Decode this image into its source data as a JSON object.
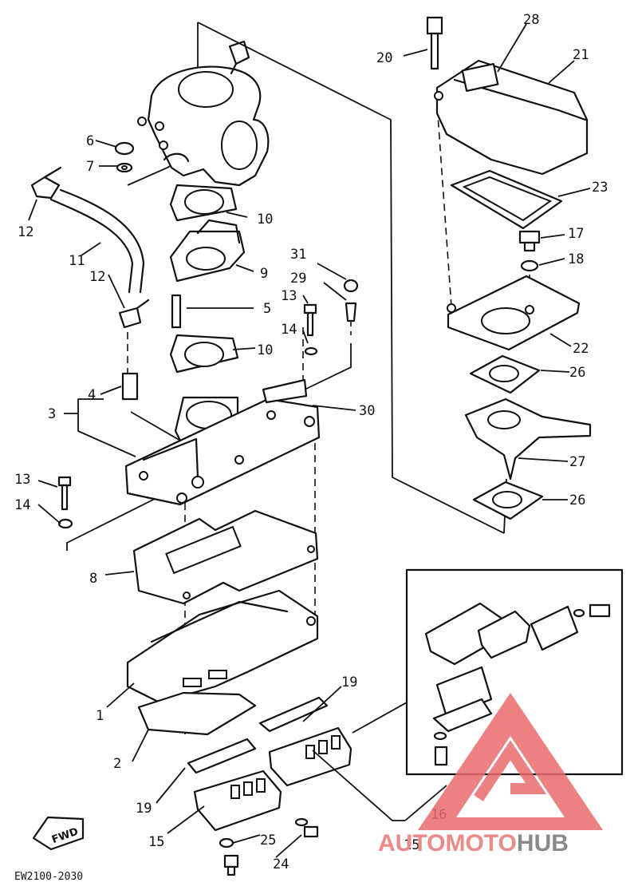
{
  "diagram": {
    "part_labels": [
      "1",
      "2",
      "3",
      "4",
      "5",
      "6",
      "7",
      "8",
      "9",
      "10",
      "10",
      "11",
      "12",
      "12",
      "13",
      "13",
      "14",
      "14",
      "15",
      "15",
      "16",
      "17",
      "18",
      "19",
      "19",
      "20",
      "21",
      "22",
      "23",
      "24",
      "25",
      "26",
      "26",
      "27",
      "28",
      "29",
      "30",
      "31"
    ],
    "fwd_label": "FWD",
    "figure_code": "EW2100-2030"
  },
  "watermark": {
    "text_auto": "AUTO",
    "text_moto": "MOTO",
    "text_hub": "HUB",
    "colors": {
      "triangle": "#e76b6b",
      "auto_moto": "#ec8a8a",
      "hub": "#8a8a8a"
    }
  }
}
